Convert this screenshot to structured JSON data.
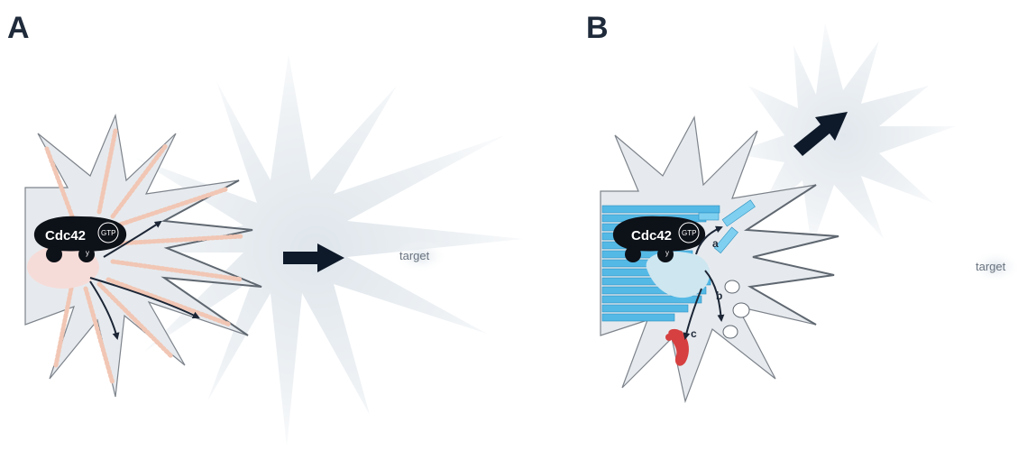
{
  "panels": [
    {
      "letter": "A",
      "protein": "Cdc42",
      "nucleotide": "GTP",
      "subunit": "y",
      "target": "target"
    },
    {
      "letter": "B",
      "protein": "Cdc42",
      "nucleotide": "GTP",
      "subunit": "y",
      "target": "target",
      "steps": [
        "a",
        "b",
        "c"
      ]
    }
  ],
  "colors": {
    "cell_edge": "#7d838b",
    "cell_fill": "#e4e8ec",
    "spike_fill": "#d6dde4",
    "cdc42": "#0d1118",
    "membrane_patch_a": "#f6dcd8",
    "membrane_patch_b": "#cde6f0",
    "actin_blue": "#55b9e6",
    "endocytic_red": "#d64040",
    "arrow": "#0e1a2a",
    "filament_dots": "#f3c8b8"
  }
}
